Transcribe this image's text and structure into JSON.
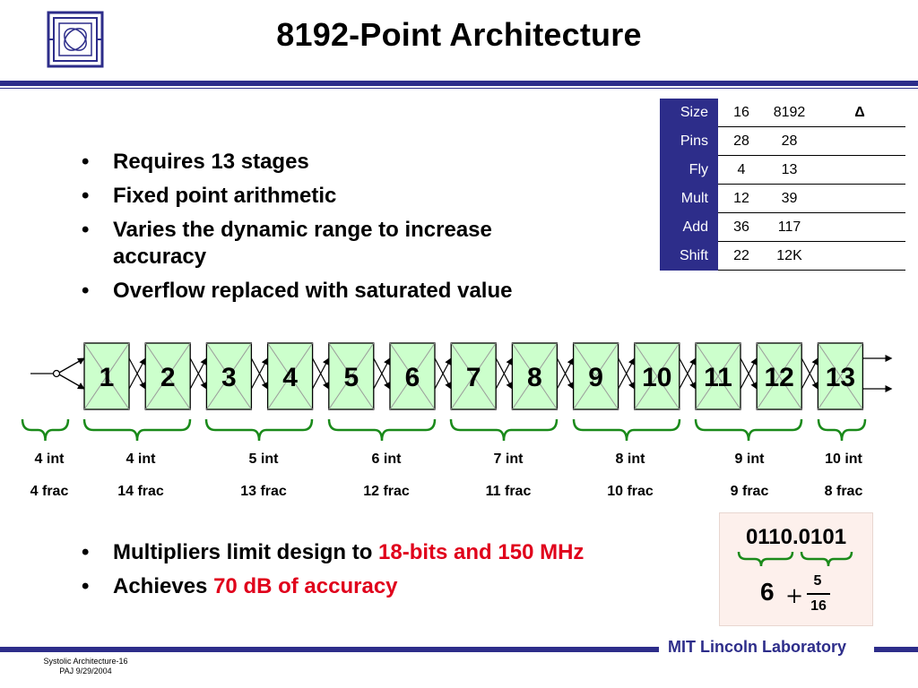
{
  "title": "8192-Point Architecture",
  "bullets_top": [
    "Requires 13 stages",
    "Fixed point arithmetic",
    "Varies the dynamic range to increase accuracy",
    "Overflow replaced with saturated value"
  ],
  "bullets_bottom": [
    {
      "text": "Multipliers limit design to ",
      "highlight": "18-bits and 150 MHz"
    },
    {
      "text": "Achieves ",
      "highlight": "70 dB of accuracy"
    }
  ],
  "table": {
    "rows": [
      {
        "label": "Size",
        "v1": "16",
        "v2": "8192",
        "v3": "Δ"
      },
      {
        "label": "Pins",
        "v1": "28",
        "v2": "28",
        "v3": ""
      },
      {
        "label": "Fly",
        "v1": "4",
        "v2": "13",
        "v3": ""
      },
      {
        "label": "Mult",
        "v1": "12",
        "v2": "39",
        "v3": ""
      },
      {
        "label": "Add",
        "v1": "36",
        "v2": "117",
        "v3": ""
      },
      {
        "label": "Shift",
        "v1": "22",
        "v2": "12K",
        "v3": ""
      }
    ]
  },
  "stages": [
    "1",
    "2",
    "3",
    "4",
    "5",
    "6",
    "7",
    "8",
    "9",
    "10",
    "11",
    "12",
    "13"
  ],
  "precision_groups": [
    {
      "int": "4 int",
      "frac": "4 frac"
    },
    {
      "int": "4 int",
      "frac": "14 frac"
    },
    {
      "int": "5 int",
      "frac": "13 frac"
    },
    {
      "int": "6 int",
      "frac": "12 frac"
    },
    {
      "int": "7 int",
      "frac": "11 frac"
    },
    {
      "int": "8 int",
      "frac": "10 frac"
    },
    {
      "int": "9 int",
      "frac": "9 frac"
    },
    {
      "int": "10 int",
      "frac": "8 frac"
    }
  ],
  "fixed_point_example": {
    "value": "0110.0101",
    "integer": "6",
    "plus": "+",
    "numerator": "5",
    "denominator": "16"
  },
  "footer": {
    "lab": "MIT Lincoln Laboratory",
    "slide": "Systolic Architecture-16",
    "author_date": "PAJ  9/29/2004"
  },
  "colors": {
    "accent": "#2d2d8a",
    "highlight": "#e0001b",
    "stage_fill": "#ccffcc",
    "example_bg": "#fdf0ec"
  }
}
